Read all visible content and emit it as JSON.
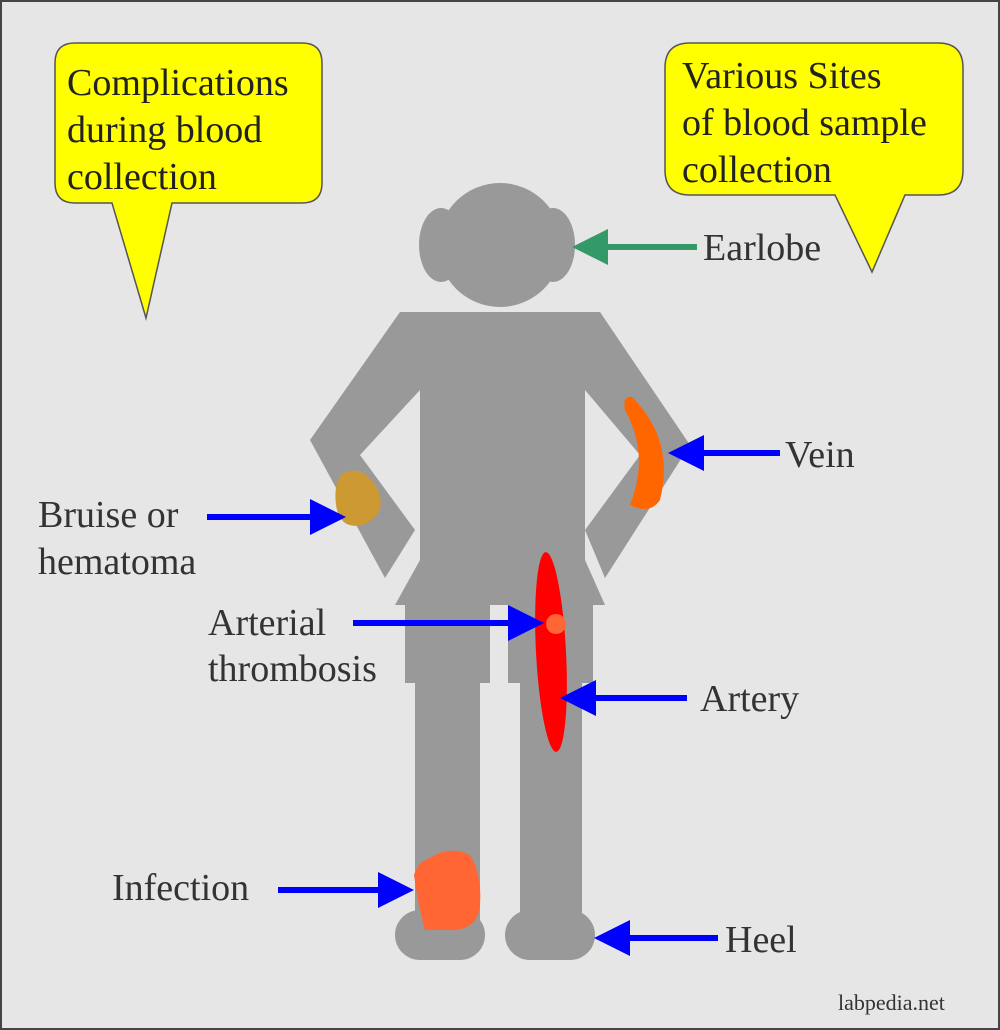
{
  "callouts": {
    "left": [
      "Complications",
      "during blood",
      "collection"
    ],
    "right": [
      "Various Sites",
      "of blood sample",
      "collection"
    ]
  },
  "labels": {
    "earlobe": "Earlobe",
    "vein": "Vein",
    "bruise": [
      "Bruise or",
      "hematoma"
    ],
    "arterial": [
      "Arterial",
      "thrombosis"
    ],
    "artery": "Artery",
    "infection": "Infection",
    "heel": "Heel"
  },
  "watermark": "labpedia.net",
  "colors": {
    "background": "#e6e6e6",
    "figure": "#999999",
    "callout": "#ffff00",
    "arrow": "#0000ff",
    "earlobe_arrow": "#339966",
    "vein": "#ff6600",
    "artery": "#ff0000",
    "bruise": "#cc9933",
    "infection": "#ff6633"
  }
}
